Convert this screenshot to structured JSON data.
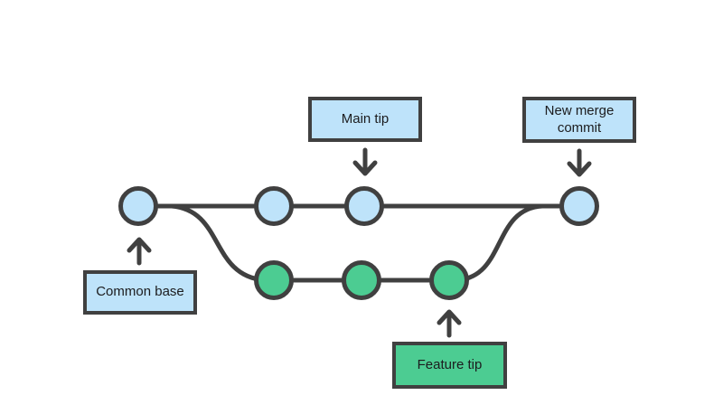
{
  "diagram": {
    "type": "git-branch-merge-diagram",
    "labels": {
      "main_tip": "Main tip",
      "new_merge_commit": "New merge commit",
      "common_base": "Common base",
      "feature_tip": "Feature tip"
    },
    "branches": [
      {
        "id": "main",
        "commit_count": 4,
        "fill_color_key": "main_branch_fill"
      },
      {
        "id": "feature",
        "commit_count": 3,
        "fill_color_key": "feature_branch_fill"
      }
    ]
  },
  "colors": {
    "main_branch_fill": "#BEE3FA",
    "feature_branch_fill": "#4CCC92",
    "stroke": "#404040",
    "label_text": "#1C1C1E",
    "background": "#FFFFFF"
  }
}
